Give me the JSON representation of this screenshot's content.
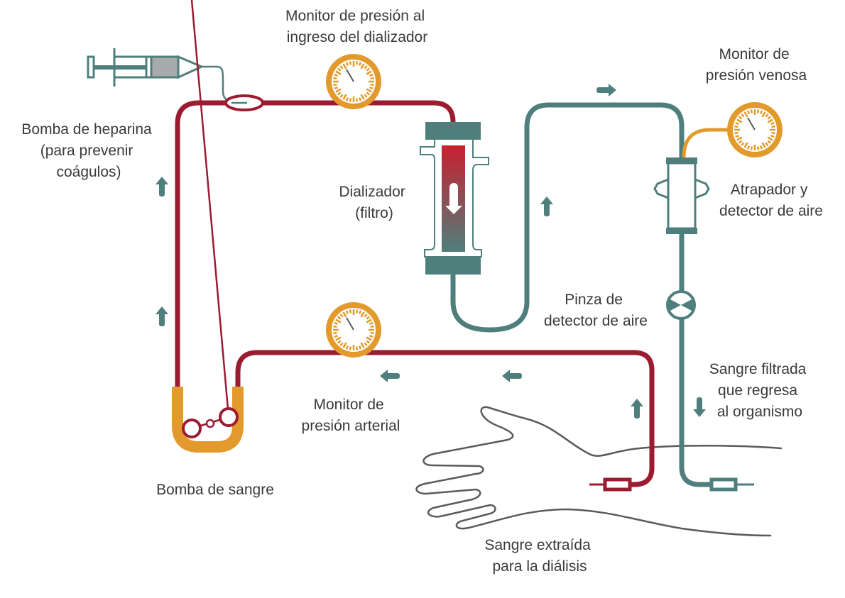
{
  "colors": {
    "arterial_line": "#9b1b30",
    "venous_line": "#4f7f7c",
    "monitor": "#e39a2c",
    "outline": "#5a5a5a",
    "syringe_fill": "#a7aaab"
  },
  "labels": {
    "inlet_monitor": [
      "Monitor de presión al",
      "ingreso del dializador"
    ],
    "venous_monitor": [
      "Monitor de",
      "presión venosa"
    ],
    "heparin_pump": [
      "Bomba de heparina",
      "(para prevenir",
      "coágulos)"
    ],
    "dialyzer": [
      "Dializador",
      "(filtro)"
    ],
    "air_trap": [
      "Atrapador y",
      "detector de aire"
    ],
    "air_clamp": [
      "Pinza de",
      "detector de aire"
    ],
    "filtered_blood": [
      "Sangre filtrada",
      "que regresa",
      "al organismo"
    ],
    "arterial_monitor": [
      "Monitor de",
      "presión arterial"
    ],
    "blood_pump": [
      "Bomba de sangre"
    ],
    "drawn_blood": [
      "Sangre extraída",
      "para la diálisis"
    ]
  },
  "icons": [
    "syringe-icon",
    "pressure-gauge-icon",
    "dialyzer-icon",
    "air-trap-icon",
    "clamp-icon",
    "roller-pump-icon",
    "flow-arrow-icon",
    "hand-arm-icon",
    "needle-icon"
  ]
}
